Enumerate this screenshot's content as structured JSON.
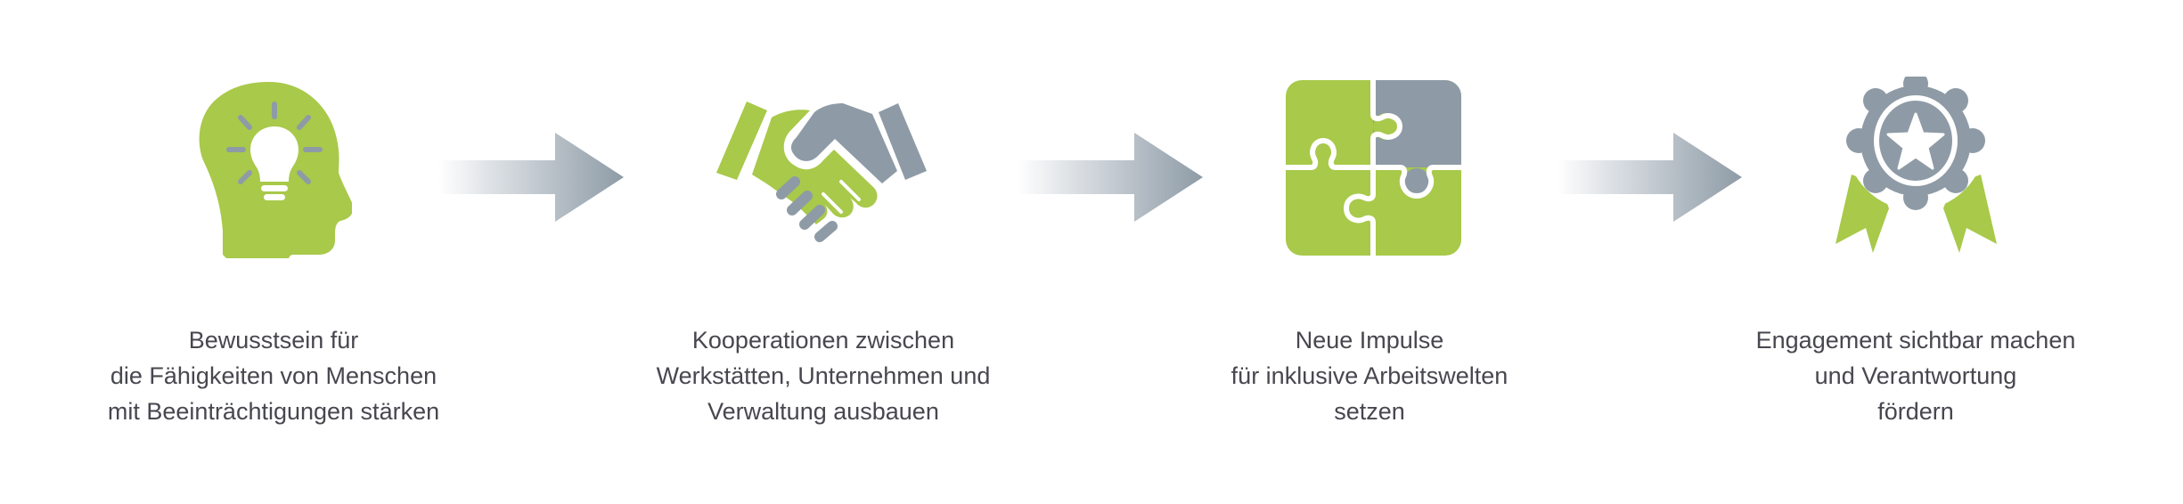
{
  "colors": {
    "green": "#A8C94A",
    "grey": "#8E9BA6",
    "text": "#47474F",
    "arrow_start": "#FFFFFF",
    "arrow_end": "#8E9BA6"
  },
  "steps": [
    {
      "icon": "head-lightbulb-icon",
      "lines": [
        "Bewusstsein für",
        "die Fähigkeiten von Menschen",
        "mit Beeinträchtigungen stärken"
      ]
    },
    {
      "icon": "handshake-icon",
      "lines": [
        "Kooperationen zwischen",
        "Werkstätten, Unternehmen und",
        "Verwaltung ausbauen"
      ]
    },
    {
      "icon": "puzzle-icon",
      "lines": [
        "Neue Impulse",
        "für inklusive Arbeitswelten",
        "setzen"
      ]
    },
    {
      "icon": "award-badge-icon",
      "lines": [
        "Engagement sichtbar machen",
        "und Verantwortung",
        "fördern"
      ]
    }
  ],
  "connectors": [
    "arrow-right-icon",
    "arrow-right-icon",
    "arrow-right-icon"
  ]
}
